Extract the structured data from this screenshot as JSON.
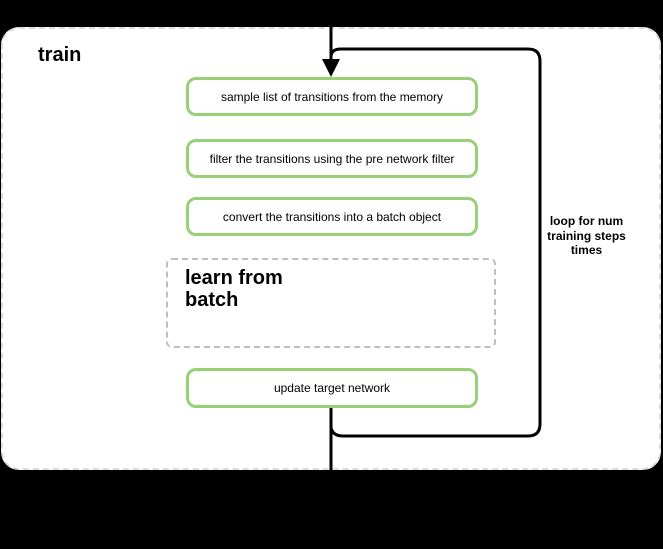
{
  "diagram": {
    "title": "train",
    "steps": [
      {
        "label": "sample list of transitions from the memory"
      },
      {
        "label": "filter the transitions using the pre network filter"
      },
      {
        "label": "convert the transitions into a batch object"
      }
    ],
    "learn_box": {
      "label": "learn from\nbatch"
    },
    "final_step": {
      "label": "update target network"
    },
    "loop": {
      "label": "loop for num\ntraining steps\ntimes"
    },
    "colors": {
      "background": "#000000",
      "container_fill": "#ffffff",
      "container_border": "#dcdcdc",
      "step_border": "#97d077",
      "dashed_box_border": "#bfbfbf",
      "connector": "#000000",
      "text": "#000000"
    }
  }
}
